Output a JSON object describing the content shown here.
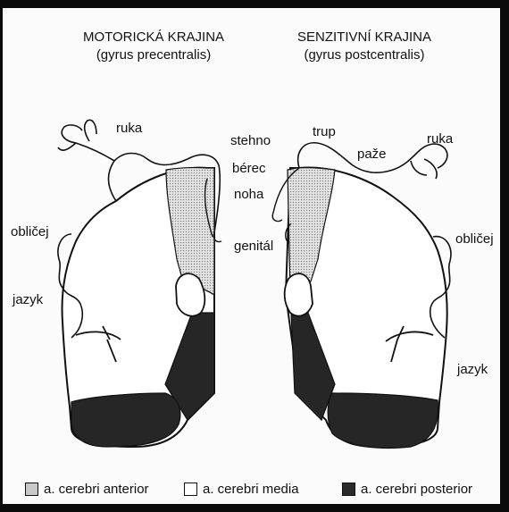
{
  "headings": {
    "left_title": "MOTORICKÁ KRAJINA",
    "left_subtitle": "(gyrus precentralis)",
    "right_title": "SENZITIVNÍ KRAJINA",
    "right_subtitle": "(gyrus postcentralis)"
  },
  "labels_left": {
    "ruka": "ruka",
    "stehno": "stehno",
    "berec": "bérec",
    "noha": "noha",
    "genital": "genitál",
    "oblicej": "obličej",
    "jazyk": "jazyk"
  },
  "labels_right": {
    "trup": "trup",
    "paze": "paže",
    "ruka": "ruka",
    "oblicej": "obličej",
    "jazyk": "jazyk"
  },
  "legend": [
    {
      "label": "a. cerebri anterior",
      "color": "#c8c8c8"
    },
    {
      "label": "a. cerebri media",
      "color": "#ffffff"
    },
    {
      "label": "a. cerebri posterior",
      "color": "#2a2a2a"
    }
  ],
  "colors": {
    "anterior_fill": "#cfcfcf",
    "posterior_fill": "#262626",
    "outline": "#111111"
  }
}
